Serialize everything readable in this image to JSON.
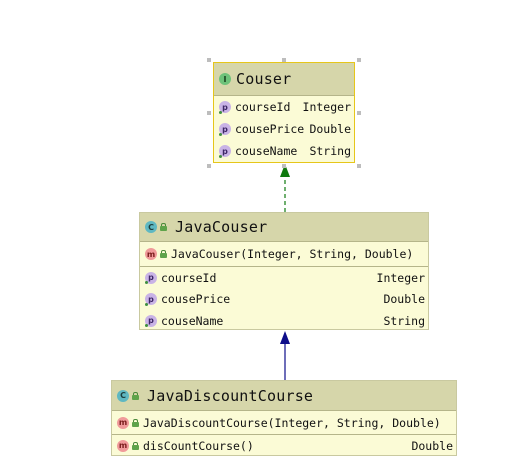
{
  "diagram": {
    "interface": {
      "stereotype": "I",
      "name": "Couser",
      "fields": [
        {
          "badge": "p",
          "name": "courseId",
          "type": "Integer"
        },
        {
          "badge": "p",
          "name": "cousePrice",
          "type": "Double"
        },
        {
          "badge": "p",
          "name": "couseName",
          "type": "String"
        }
      ]
    },
    "java_couser": {
      "stereotype": "C",
      "name": "JavaCouser",
      "methods": [
        {
          "badge": "m",
          "name": "JavaCouser(Integer, String, Double)",
          "type": ""
        }
      ],
      "fields": [
        {
          "badge": "p",
          "name": "courseId",
          "type": "Integer"
        },
        {
          "badge": "p",
          "name": "cousePrice",
          "type": "Double"
        },
        {
          "badge": "p",
          "name": "couseName",
          "type": "String"
        }
      ]
    },
    "java_discount_course": {
      "stereotype": "C",
      "name": "JavaDiscountCourse",
      "constructors": [
        {
          "badge": "m",
          "name": "JavaDiscountCourse(Integer, String, Double)",
          "type": ""
        }
      ],
      "methods": [
        {
          "badge": "m",
          "name": "disCountCourse()",
          "type": "Double"
        }
      ]
    },
    "colors": {
      "implements_arrow": "#0f7a0f",
      "extends_arrow": "#0d0d8a",
      "node_fill": "#fbfbd6",
      "node_header": "#d6d6aa",
      "selection": "#e6c61a"
    }
  }
}
